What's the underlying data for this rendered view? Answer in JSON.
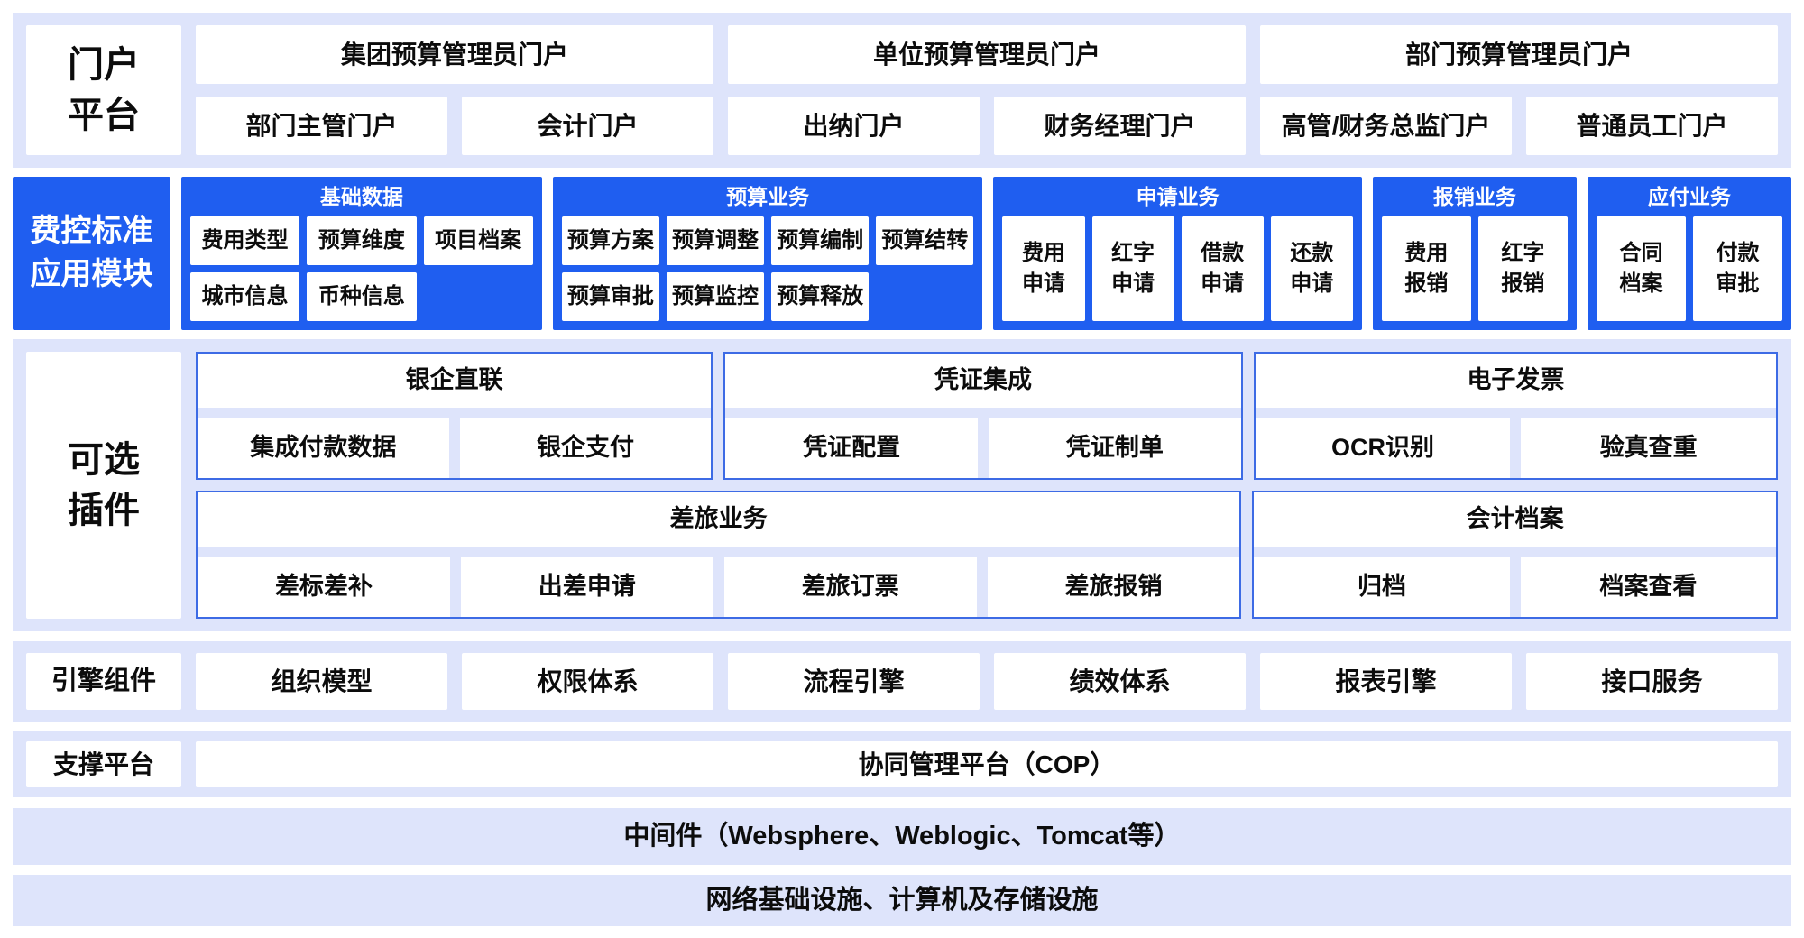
{
  "colors": {
    "primary_blue": "#1f5ef0",
    "group_border_blue": "#3d6be5",
    "band_lavender": "#dee4fb",
    "box_white": "#ffffff",
    "text_dark": "#0c0c0c",
    "text_on_blue": "#ffffff"
  },
  "portal": {
    "label": "门户\n平台",
    "row1": [
      "集团预算管理员门户",
      "单位预算管理员门户",
      "部门预算管理员门户"
    ],
    "row2": [
      "部门主管门户",
      "会计门户",
      "出纳门户",
      "财务经理门户",
      "高管/财务总监门户",
      "普通员工门户"
    ]
  },
  "standard_modules": {
    "label": "费控标准\n应用模块",
    "groups": [
      {
        "title": "基础数据",
        "items": [
          "费用类型",
          "预算维度",
          "项目档案",
          "城市信息",
          "币种信息"
        ]
      },
      {
        "title": "预算业务",
        "items": [
          "预算方案",
          "预算调整",
          "预算编制",
          "预算结转",
          "预算审批",
          "预算监控",
          "预算释放"
        ]
      },
      {
        "title": "申请业务",
        "items": [
          "费用\n申请",
          "红字\n申请",
          "借款\n申请",
          "还款\n申请"
        ]
      },
      {
        "title": "报销业务",
        "items": [
          "费用\n报销",
          "红字\n报销"
        ]
      },
      {
        "title": "应付业务",
        "items": [
          "合同\n档案",
          "付款\n审批"
        ]
      }
    ]
  },
  "plugins": {
    "label": "可选\n插件",
    "groups": [
      {
        "title": "银企直联",
        "items": [
          "集成付款数据",
          "银企支付"
        ]
      },
      {
        "title": "凭证集成",
        "items": [
          "凭证配置",
          "凭证制单"
        ]
      },
      {
        "title": "电子发票",
        "items": [
          "OCR识别",
          "验真查重"
        ]
      },
      {
        "title": "差旅业务",
        "items": [
          "差标差补",
          "出差申请",
          "差旅订票",
          "差旅报销"
        ]
      },
      {
        "title": "会计档案",
        "items": [
          "归档",
          "档案查看"
        ]
      }
    ]
  },
  "engine": {
    "label": "引擎组件",
    "items": [
      "组织模型",
      "权限体系",
      "流程引擎",
      "绩效体系",
      "报表引擎",
      "接口服务"
    ]
  },
  "support": {
    "label": "支撑平台",
    "item": "协同管理平台（COP）"
  },
  "middleware": "中间件（Websphere、Weblogic、Tomcat等）",
  "infrastructure": "网络基础设施、计算机及存储设施"
}
